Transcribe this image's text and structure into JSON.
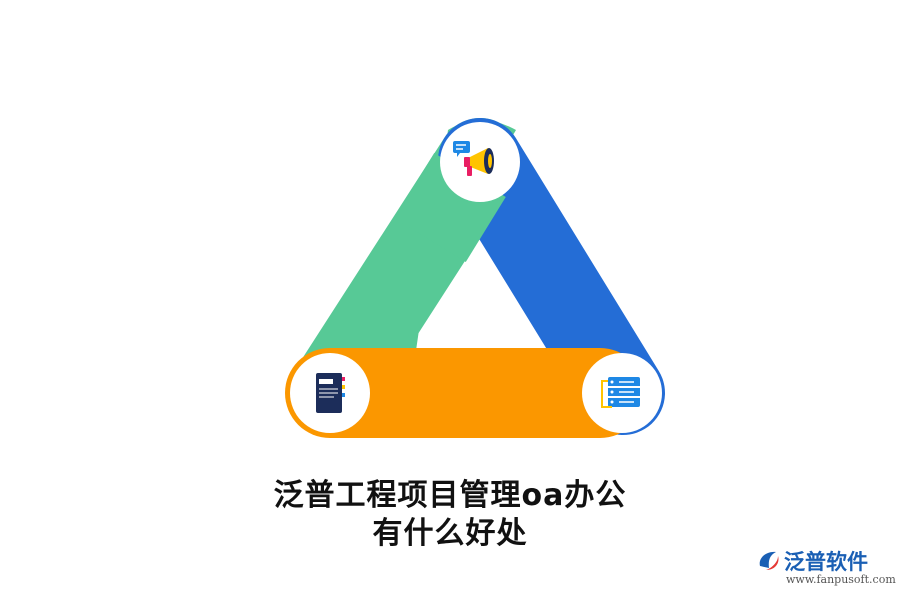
{
  "title": {
    "line1": "泛普工程项目管理oa办公",
    "line2": "有什么好处"
  },
  "diagram": {
    "colors": {
      "left_band": "#57c996",
      "right_band": "#246dd6",
      "bottom_band": "#fb9700",
      "circle_fill": "#ffffff"
    },
    "icons": {
      "top": "megaphone-chat-icon",
      "bottom_left": "notebook-icon",
      "bottom_right": "server-rack-icon"
    }
  },
  "brand": {
    "name": "泛普软件",
    "url": "www.fanpusoft.com",
    "color": "#1a5fb4"
  }
}
